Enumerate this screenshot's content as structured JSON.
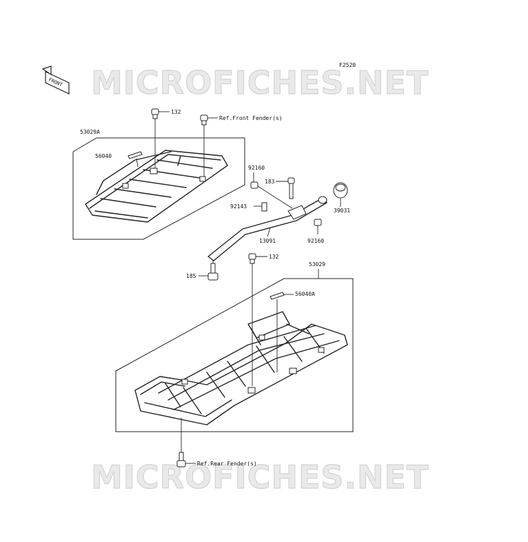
{
  "watermark": {
    "top": "MICROFICHES.NET",
    "bottom": "MICROFICHES.NET"
  },
  "figure_code": "F2520",
  "front_arrow": {
    "label": "FRONT"
  },
  "labels": {
    "bolt_132_front": "132",
    "ref_front_fender": "Ref.Front Fender(s)",
    "front_carrier": "53029A",
    "front_label_part": "56040",
    "collar_92160_a": "92160",
    "bolt_183": "183",
    "cap_39031": "39031",
    "pin_92143": "92143",
    "stay_13091": "13091",
    "collar_92160_b": "92160",
    "bolt_132_rear": "132",
    "rear_carrier": "53029",
    "bolt_185": "185",
    "rear_label_part": "56040A",
    "ref_rear_fender": "Ref.Rear Fender(s)"
  }
}
